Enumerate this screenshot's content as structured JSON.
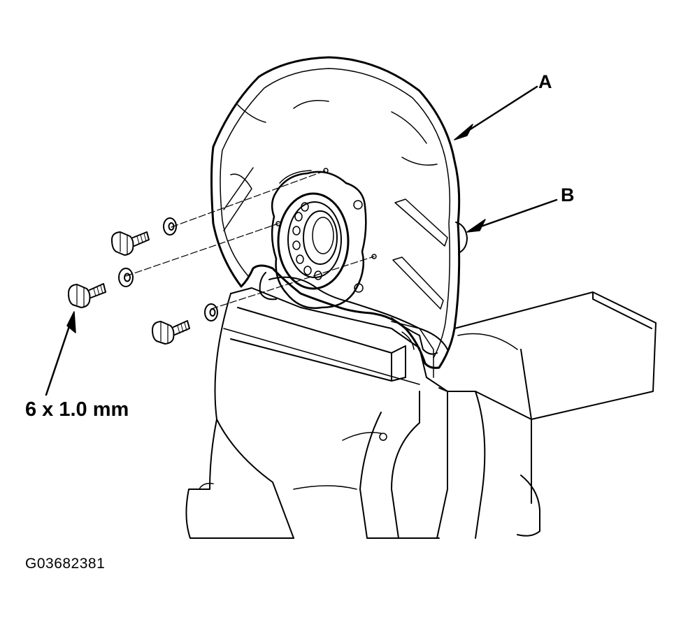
{
  "labels": {
    "part_a": "A",
    "part_b": "B",
    "bolt_spec": "6 x 1.0 mm",
    "figure_code": "G03682381"
  },
  "colors": {
    "line": "#000000",
    "background": "#ffffff"
  }
}
